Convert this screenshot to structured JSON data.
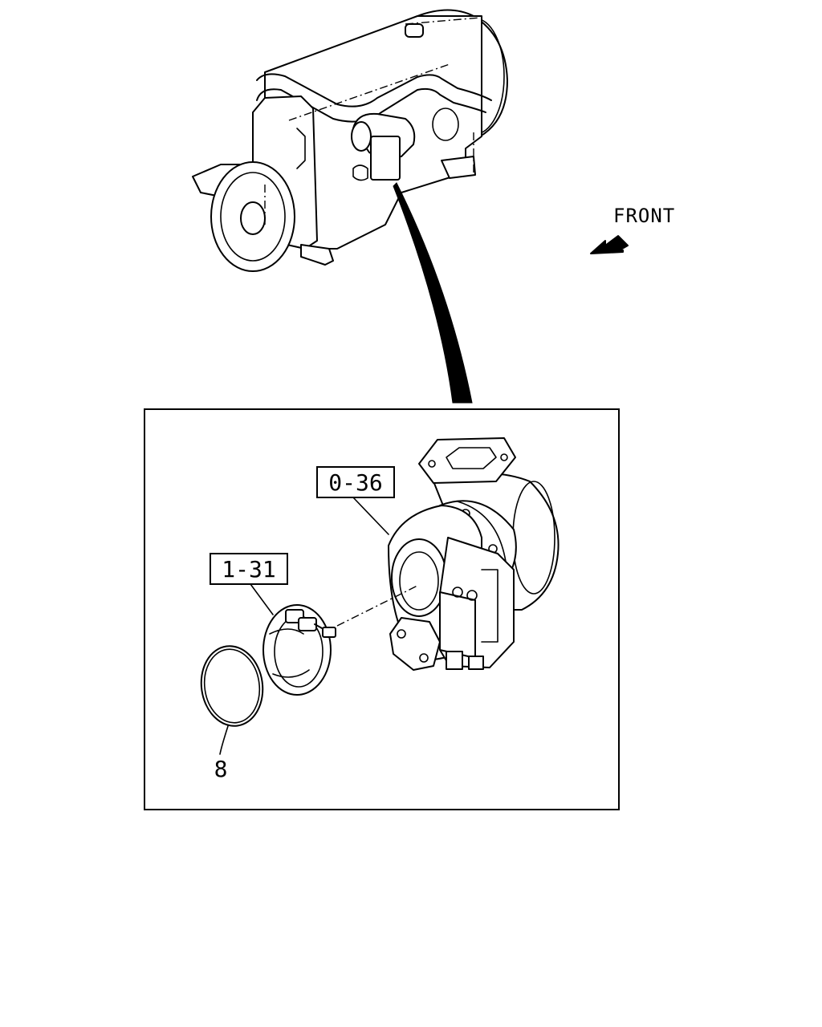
{
  "orientation_label": "FRONT",
  "callouts": {
    "turbocharger": "0-36",
    "clamp": "1-31",
    "gasket": "8"
  },
  "colors": {
    "ink": "#000000",
    "paper": "#ffffff"
  }
}
